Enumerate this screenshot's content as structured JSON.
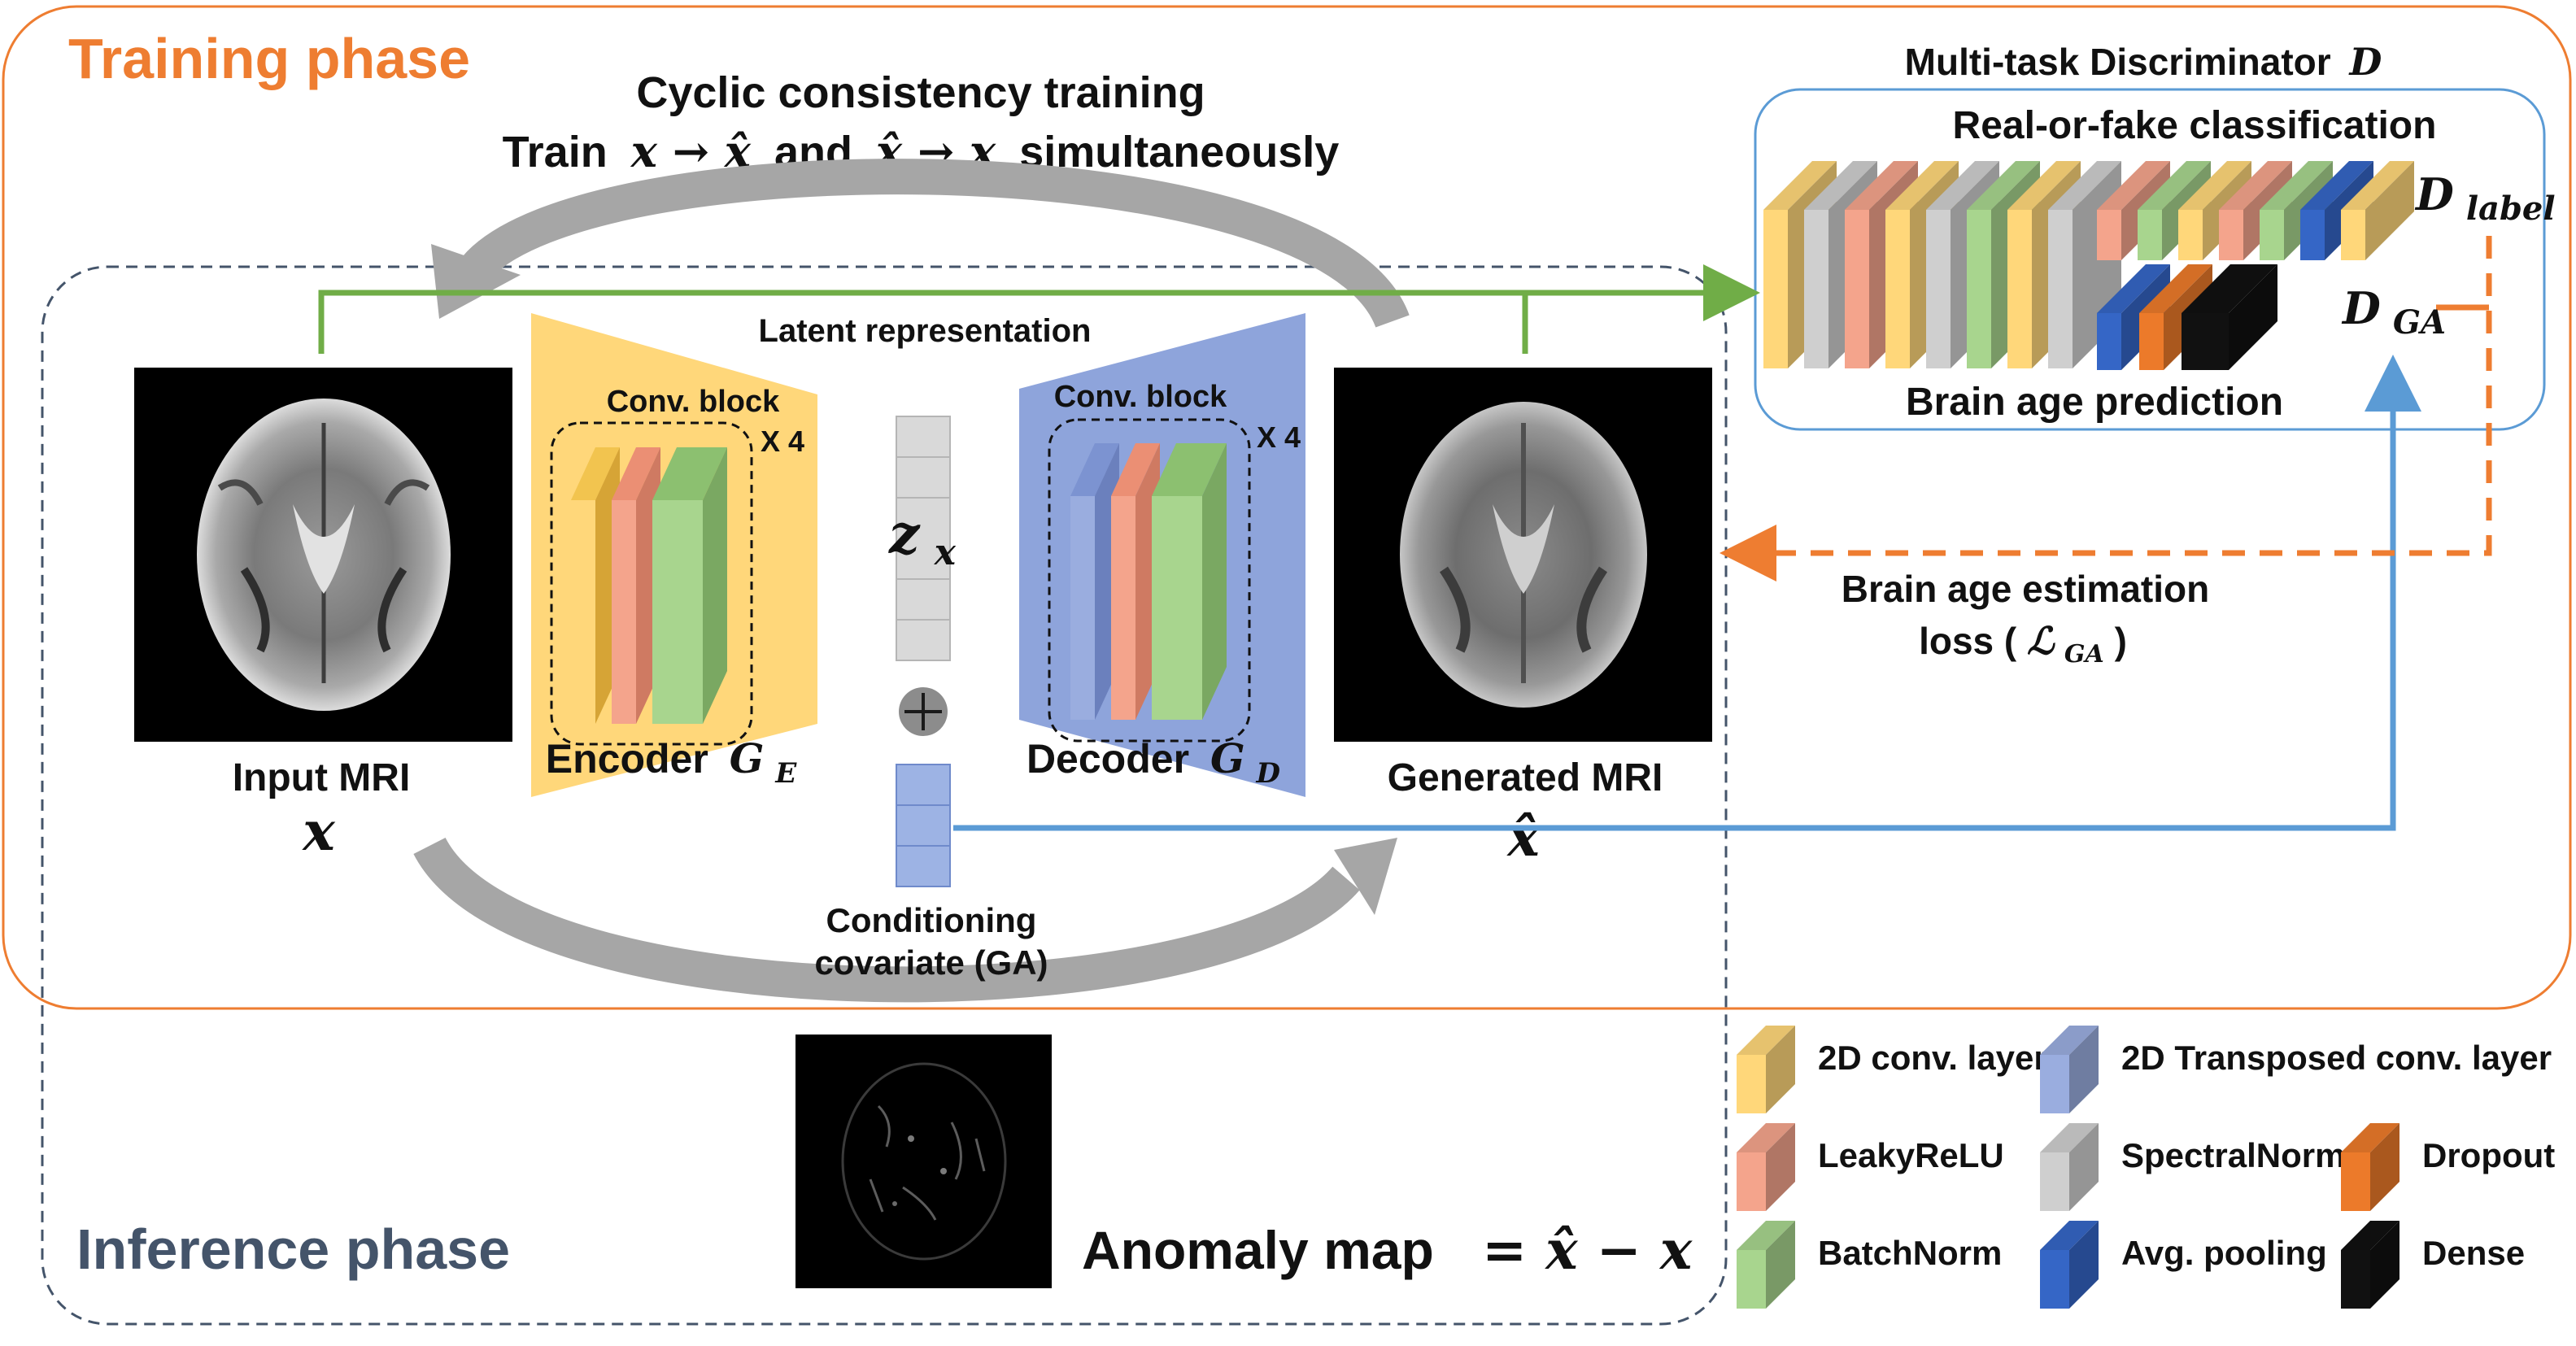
{
  "phases": {
    "training": "Training phase",
    "inference": "Inference phase"
  },
  "cyclic": {
    "line1": "Cyclic consistency training",
    "line2_prefix": "Train",
    "line2_math_a": "x → x̂",
    "line2_and": "and",
    "line2_math_b": "x̂ → x",
    "line2_suffix": "simultaneously"
  },
  "input": {
    "label": "Input MRI",
    "symbol": "x"
  },
  "generated": {
    "label": "Generated MRI",
    "symbol": "x̂"
  },
  "encoder": {
    "block_label": "Conv. block",
    "repeat": "X 4",
    "name": "Encoder",
    "symbol": "G",
    "subscript": "E"
  },
  "decoder": {
    "block_label": "Conv. block",
    "repeat": "X 4",
    "name": "Decoder",
    "symbol": "G",
    "subscript": "D"
  },
  "latent": {
    "title": "Latent representation",
    "symbol": "z",
    "subscript": "x"
  },
  "conditioning": {
    "line1": "Conditioning",
    "line2": "covariate (GA)"
  },
  "discriminator": {
    "title": "Multi-task Discriminator",
    "symbol": "D",
    "real_fake": "Real-or-fake classification",
    "brain_age": "Brain age prediction",
    "out_label": {
      "symbol": "D",
      "subscript": "label"
    },
    "out_ga": {
      "symbol": "D",
      "subscript": "GA"
    }
  },
  "loss": {
    "line1": "Brain age estimation",
    "line2_prefix": "loss (",
    "symbol": "ℒ",
    "subscript": "GA",
    "line2_suffix": ")"
  },
  "anomaly": {
    "label": "Anomaly map",
    "equation": "= x̂ − x"
  },
  "legend": [
    {
      "label": "2D conv. layer",
      "color": "#ffd77a"
    },
    {
      "label": "2D Transposed conv. layer",
      "color": "#9aaddf"
    },
    {
      "label": "LeakyReLU",
      "color": "#f4a48c"
    },
    {
      "label": "SpectralNorm",
      "color": "#cfcfcf"
    },
    {
      "label": "Dropout",
      "color": "#ec7a2a"
    },
    {
      "label": "BatchNorm",
      "color": "#a8d58e"
    },
    {
      "label": "Avg. pooling",
      "color": "#3566c6"
    },
    {
      "label": "Dense",
      "color": "#111111"
    }
  ],
  "colors": {
    "orange_accent": "#ee7d31",
    "inference_text": "#44546a",
    "green_arrow": "#70ad47",
    "blue_arrow": "#5b9bd5",
    "gray_arrow": "#a6a6a6",
    "encoder_fill": "#ffd77a",
    "decoder_fill": "#8ea4db"
  }
}
